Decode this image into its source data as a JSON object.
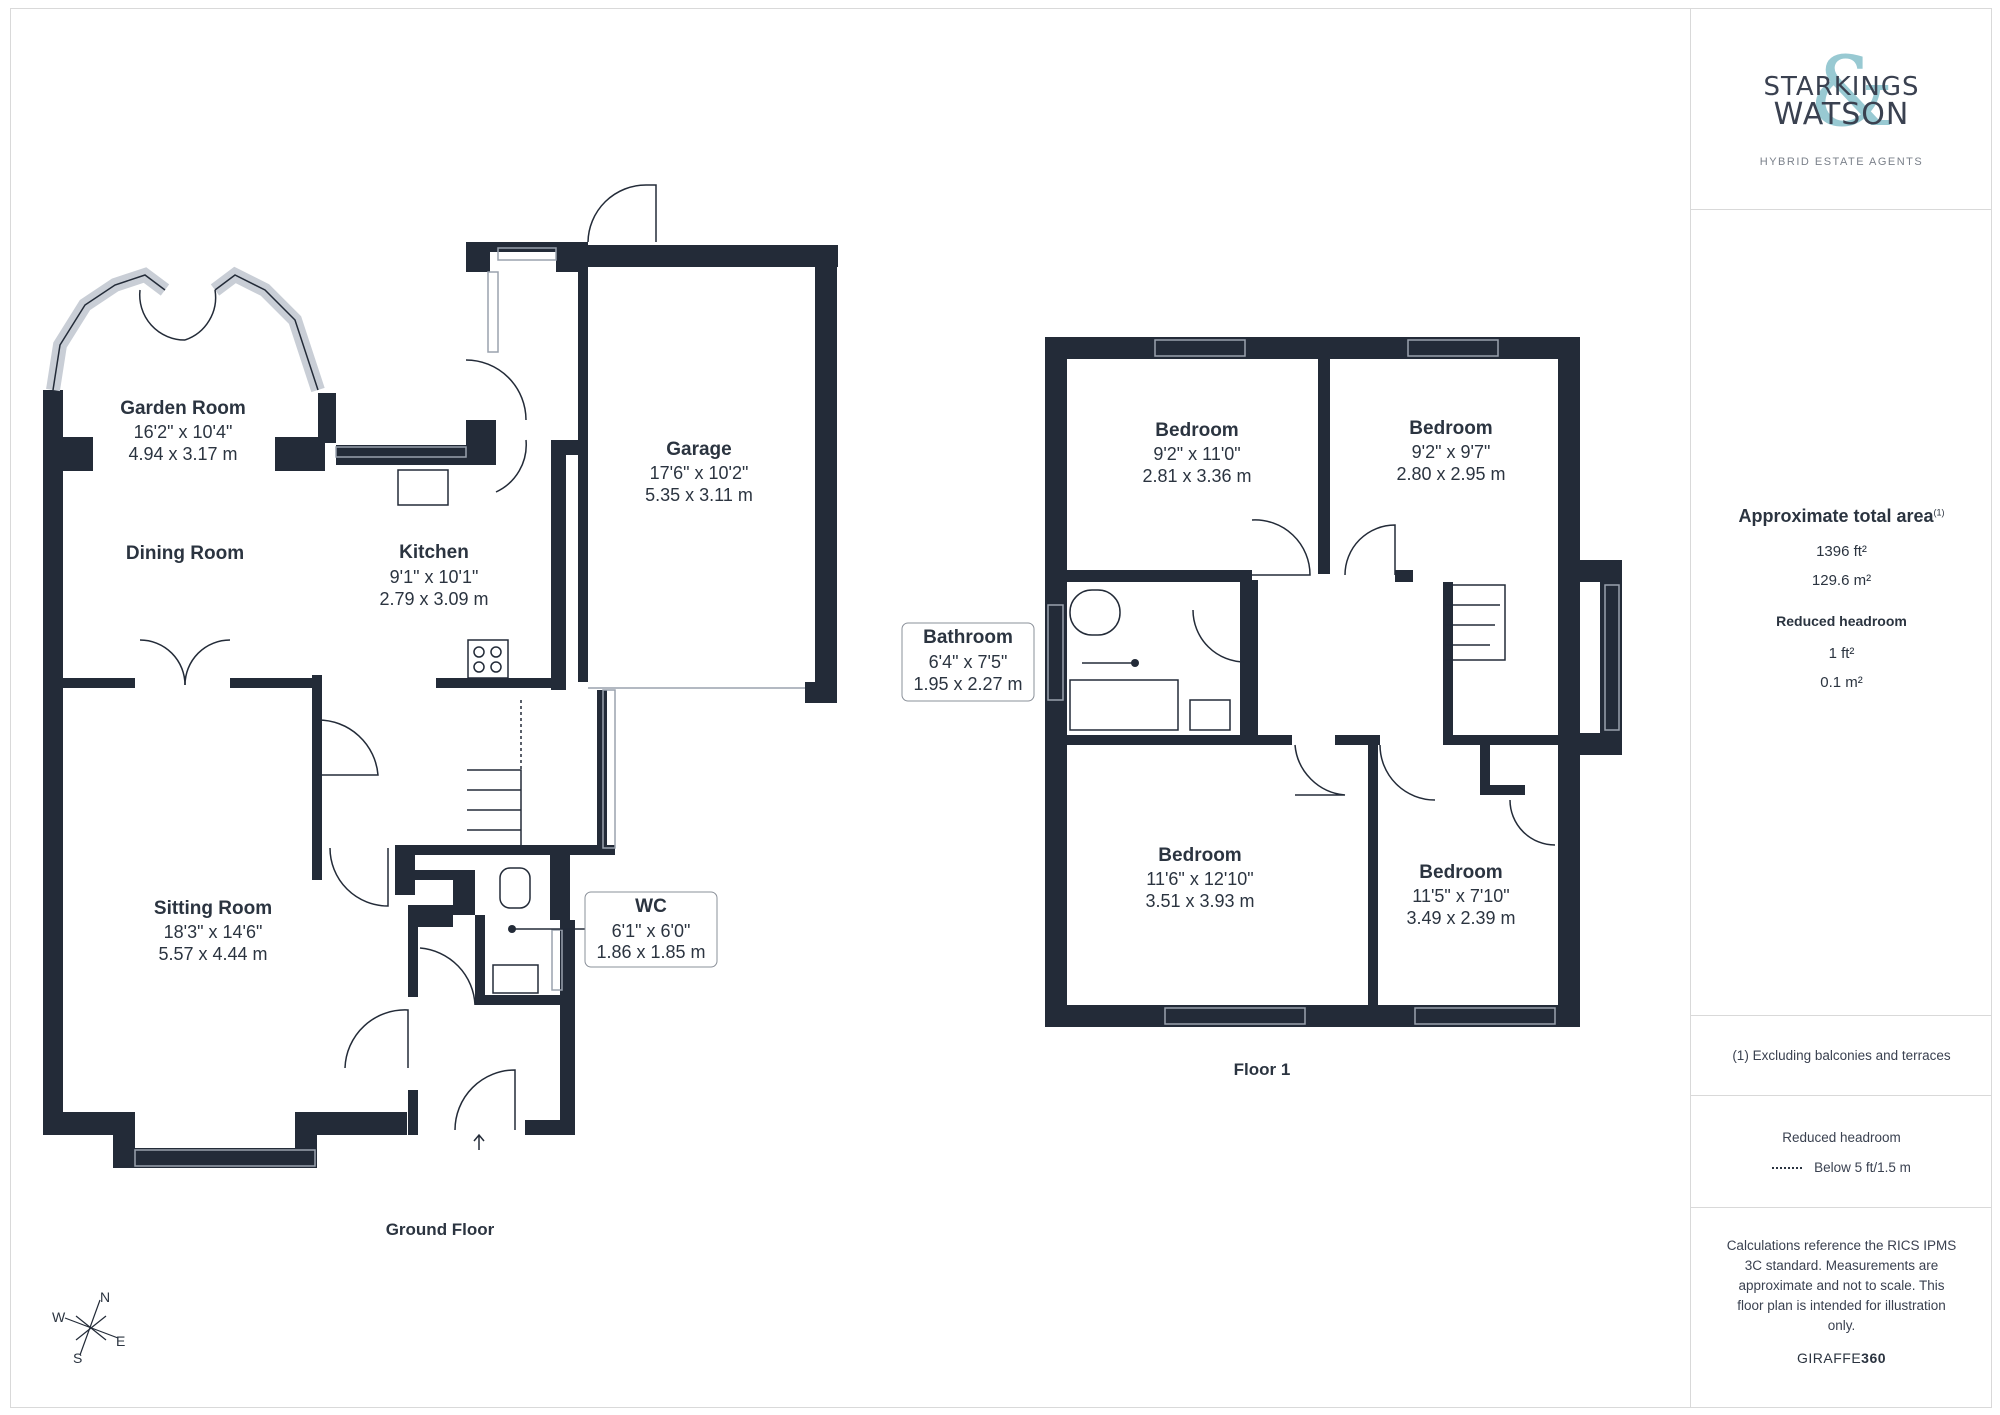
{
  "ground_floor": {
    "label": "Ground Floor",
    "rooms": [
      {
        "name": "Garden Room",
        "imperial": "16'2\" x 10'4\"",
        "metric": "4.94 x 3.17 m"
      },
      {
        "name": "Dining Room"
      },
      {
        "name": "Kitchen",
        "imperial": "9'1\" x 10'1\"",
        "metric": "2.79 x 3.09 m"
      },
      {
        "name": "Garage",
        "imperial": "17'6\" x 10'2\"",
        "metric": "5.35 x 3.11 m"
      },
      {
        "name": "Sitting Room",
        "imperial": "18'3\" x 14'6\"",
        "metric": "5.57 x 4.44 m"
      },
      {
        "name": "WC",
        "imperial": "6'1\" x 6'0\"",
        "metric": "1.86 x 1.85 m"
      }
    ]
  },
  "floor_1": {
    "label": "Floor 1",
    "rooms": [
      {
        "name": "Bedroom",
        "imperial": "9'2\" x 11'0\"",
        "metric": "2.81 x 3.36 m"
      },
      {
        "name": "Bedroom",
        "imperial": "9'2\" x 9'7\"",
        "metric": "2.80 x 2.95 m"
      },
      {
        "name": "Bathroom",
        "imperial": "6'4\" x 7'5\"",
        "metric": "1.95 x 2.27 m"
      },
      {
        "name": "Bedroom",
        "imperial": "11'6\" x 12'10\"",
        "metric": "3.51 x 3.93 m"
      },
      {
        "name": "Bedroom",
        "imperial": "11'5\" x 7'10\"",
        "metric": "3.49 x 2.39 m"
      }
    ]
  },
  "compass": {
    "n": "N",
    "e": "E",
    "s": "S",
    "w": "W"
  },
  "sidebar": {
    "logo_line1": "STARKINGS",
    "logo_line2": "WATSON",
    "logo_tagline": "HYBRID ESTATE AGENTS",
    "area_title": "Approximate total area",
    "area_sup": "(1)",
    "area_ft": "1396 ft²",
    "area_m": "129.6 m²",
    "reduced_title": "Reduced headroom",
    "reduced_ft": "1 ft²",
    "reduced_m": "0.1 m²",
    "footnote": "(1) Excluding balconies and terraces",
    "legend_title": "Reduced headroom",
    "legend_item": "Below 5 ft/1.5 m",
    "disclaimer": "Calculations reference the RICS IPMS 3C standard. Measurements are approximate and not to scale. This floor plan is intended for illustration only.",
    "brand_a": "GIRAFFE",
    "brand_b": "360"
  },
  "colors": {
    "wall": "#232b38",
    "text": "#2b3440",
    "accent": "#7fbcc8"
  }
}
